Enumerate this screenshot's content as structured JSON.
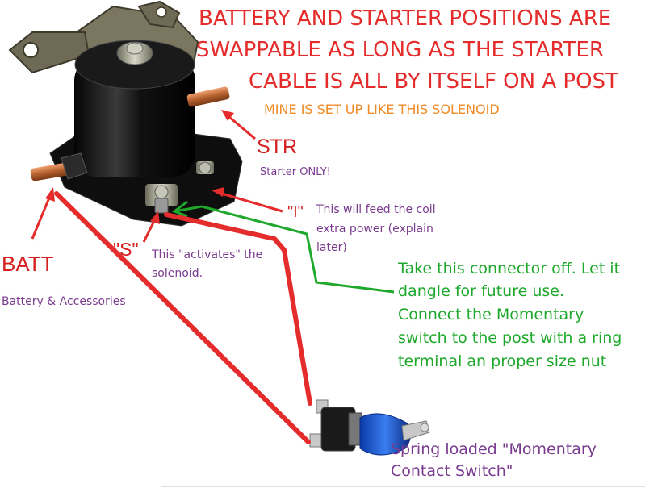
{
  "headline": {
    "line1": "BATTERY AND STARTER POSITIONS ARE",
    "line2": "SWAPPABLE AS LONG AS THE STARTER",
    "line3": "CABLE IS ALL BY ITSELF ON A POST"
  },
  "note_mine": "MINE IS SET UP LIKE THIS SOLENOID",
  "labels": {
    "str": "STR",
    "str_note": "Starter ONLY!",
    "i_label": "\"I\"",
    "i_note_1": "This will feed the coil",
    "i_note_2": "extra power (explain",
    "i_note_3": "later)",
    "s_label": "\"S\"",
    "s_note_1": "This \"activates\" the",
    "s_note_2": "solenoid.",
    "batt": "BATT",
    "batt_note": "Battery & Accessories"
  },
  "instructions": {
    "line1": "Take this connector off. Let it",
    "line2": "dangle for future use.",
    "line3": "Connect the Momentary",
    "line4": "switch to the post with a ring",
    "line5": "terminal an proper size nut"
  },
  "switch_caption": {
    "line1": "Spring loaded \"Momentary",
    "line2": "Contact Switch\""
  },
  "colors": {
    "red_wire": "#e52c2c",
    "green_wire": "#1ea82c",
    "headline": "#e52c2c",
    "orange": "#f08a24",
    "purple": "#7a3b8f"
  }
}
